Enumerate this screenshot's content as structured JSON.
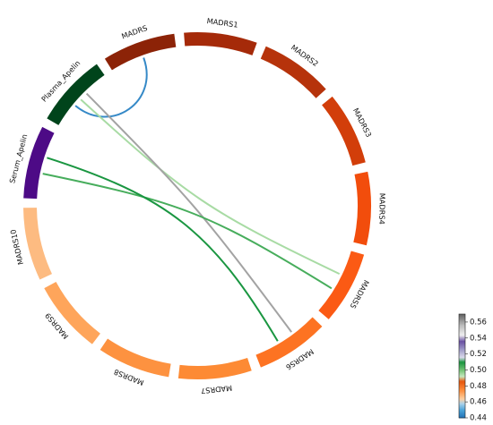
{
  "chart_data": {
    "type": "chord",
    "nodes": [
      {
        "name": "MADRS1",
        "color": "#a52a09"
      },
      {
        "name": "MADRS2",
        "color": "#b6330b"
      },
      {
        "name": "MADRS3",
        "color": "#d23e0a"
      },
      {
        "name": "MADRS4",
        "color": "#f24d0c"
      },
      {
        "name": "MADRS5",
        "color": "#fb5a14"
      },
      {
        "name": "MADRS6",
        "color": "#fd7322"
      },
      {
        "name": "MADRS7",
        "color": "#fd8a34"
      },
      {
        "name": "MADRS8",
        "color": "#fd9240"
      },
      {
        "name": "MADRS9",
        "color": "#fea55b"
      },
      {
        "name": "MADRS10",
        "color": "#fdbb81"
      },
      {
        "name": "Serum_Apelin",
        "color": "#4d0a86"
      },
      {
        "name": "Plasma_Apelin",
        "color": "#00441b"
      },
      {
        "name": "MADRS",
        "color": "#8c2307"
      }
    ],
    "links": [
      {
        "source": "Plasma_Apelin",
        "target": "MADRS",
        "value": 0.445
      },
      {
        "source": "Plasma_Apelin",
        "target": "MADRS5",
        "value": 0.495
      },
      {
        "source": "Plasma_Apelin",
        "target": "MADRS6",
        "value": 0.56
      },
      {
        "source": "Serum_Apelin",
        "target": "MADRS5",
        "value": 0.505
      },
      {
        "source": "Serum_Apelin",
        "target": "MADRS6",
        "value": 0.51
      }
    ],
    "colorbar": {
      "min": 0.44,
      "max": 0.57,
      "ticks": [
        "0.44",
        "0.46",
        "0.48",
        "0.50",
        "0.52",
        "0.54",
        "0.56"
      ]
    }
  }
}
